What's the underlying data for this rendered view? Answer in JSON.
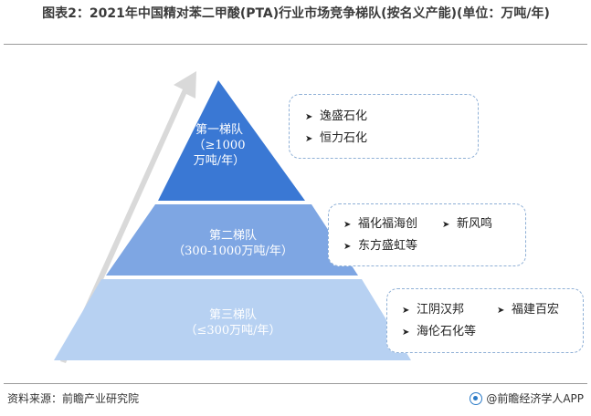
{
  "title": "图表2：2021年中国精对苯二甲酸(PTA)行业市场竞争梯队(按名义产能)(单位：万吨/年)",
  "tiers": [
    {
      "name": "第一梯队",
      "range": "（≥1000",
      "range2": "万吨/年）",
      "color": "#3a78d4",
      "text_color": "#ffffff"
    },
    {
      "name": "第二梯队",
      "range": "（300-1000万吨/年）",
      "color": "#7ea6e3",
      "text_color": "#ffffff"
    },
    {
      "name": "第三梯队",
      "range": "（≤300万吨/年）",
      "color": "#b7d1f2",
      "text_color": "#ffffff"
    }
  ],
  "companies": {
    "tier1": [
      "逸盛石化",
      "恒力石化"
    ],
    "tier2": [
      "福化福海创",
      "新风鸣",
      "东方盛虹等"
    ],
    "tier3": [
      "江阴汉邦",
      "福建百宏",
      "海伦石化等"
    ]
  },
  "arrow_glyph": "➤",
  "source": "资料来源：前瞻产业研究院",
  "brand": "@前瞻经济学人APP",
  "colors": {
    "arrow": "#d9d9d9",
    "box_border": "#8fb0d6",
    "divider": "#9a9a9a"
  }
}
